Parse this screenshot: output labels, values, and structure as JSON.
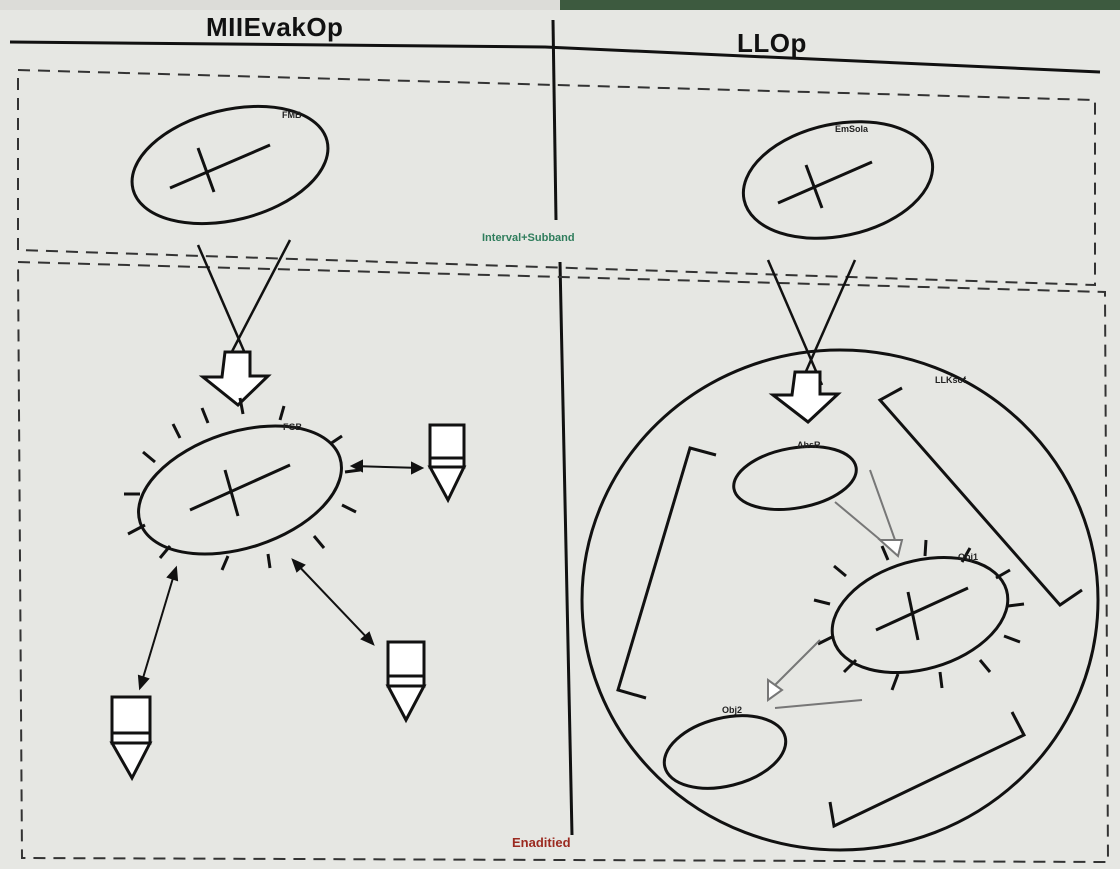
{
  "headers": {
    "left": "MIIEvakOp",
    "right": "LLOp"
  },
  "labels": {
    "left_top_ellipse": "FMB",
    "left_mid_ellipse": "FGB",
    "right_top_ellipse": "EmSola",
    "right_circle": "LLKsof",
    "right_ellipse_a": "AbsR",
    "right_ellipse_b": "Obj1",
    "right_ellipse_c": "Obj2",
    "middle_band": "Interval+Subband",
    "bottom_band": "Enaditied"
  },
  "colors": {
    "green_label": "#2f7d5c",
    "red_label": "#9b2a20"
  }
}
